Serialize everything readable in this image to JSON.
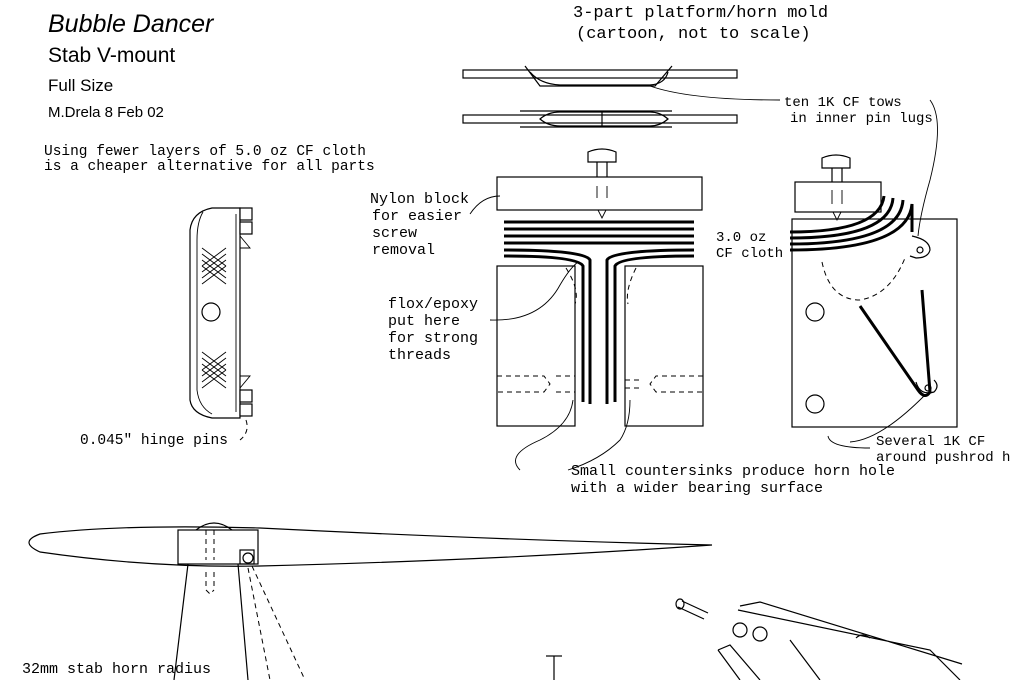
{
  "title": {
    "name": "Bubble Dancer",
    "part": "Stab V-mount",
    "size": "Full  Size",
    "author": "M.Drela  8 Feb 02"
  },
  "notes": {
    "cheaper_line1": "Using fewer layers of 5.0 oz CF cloth",
    "cheaper_line2": "is a cheaper alternative for all parts",
    "hinge_pins": "0.045\" hinge  pins",
    "stab_horn_radius": "32mm stab horn radius"
  },
  "mold": {
    "heading_line1": "3-part platform/horn mold",
    "heading_line2": "(cartoon, not to scale)",
    "tows_line1": "ten 1K CF  tows",
    "tows_line2": "in inner pin lugs",
    "nylon_line1": "Nylon block",
    "nylon_line2": "for easier",
    "nylon_line3": "screw",
    "nylon_line4": "removal",
    "cloth_line1": "3.0 oz",
    "cloth_line2": "CF cloth",
    "flox_line1": "flox/epoxy",
    "flox_line2": "put  here",
    "flox_line3": "for strong",
    "flox_line4": "threads",
    "several_line1": "Several  1K  CF",
    "several_line2": "around pushrod h",
    "countersink_line1": "Small countersinks produce horn hole",
    "countersink_line2": "with a wider bearing surface"
  },
  "colors": {
    "ink": "#000000",
    "paper": "#ffffff"
  }
}
